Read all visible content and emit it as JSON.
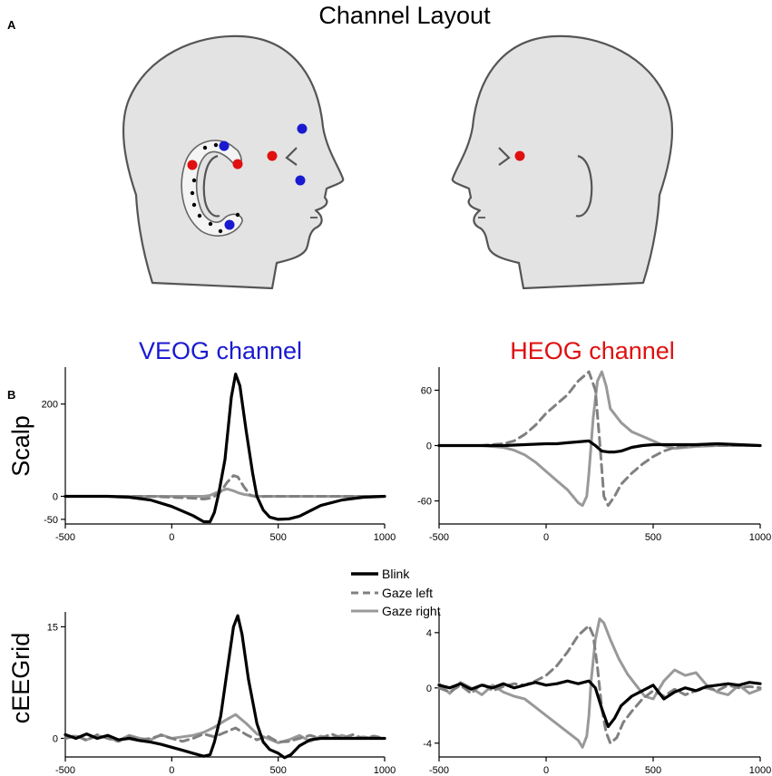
{
  "panel_a_label": "A",
  "panel_b_label": "B",
  "layout_title": "Channel Layout",
  "col_titles": [
    "VEOG channel",
    "HEOG channel"
  ],
  "row_labels": [
    "Scalp",
    "cEEGrid"
  ],
  "colors": {
    "blink": "#000000",
    "gaze_left": "#808080",
    "gaze_right": "#999999",
    "veog_title": "#1a1ad0",
    "heog_title": "#e01010",
    "electrode_blue": "#1a1ad0",
    "electrode_red": "#e01010",
    "head_fill": "#e3e3e3",
    "head_stroke": "#555555"
  },
  "legend": [
    {
      "label": "Blink",
      "style": "solid",
      "color": "#000000"
    },
    {
      "label": "Gaze left",
      "style": "dashed",
      "color": "#808080"
    },
    {
      "label": "Gaze right",
      "style": "solid",
      "color": "#999999"
    }
  ],
  "chart_data": [
    {
      "type": "line",
      "xlim": [
        -500,
        1000
      ],
      "ylim": [
        -60,
        280
      ],
      "xticks": [
        -500,
        0,
        500,
        1000
      ],
      "yticks": [
        200,
        0,
        -50
      ],
      "series": [
        {
          "name": "Blink",
          "x": [
            -500,
            -400,
            -300,
            -200,
            -100,
            0,
            100,
            150,
            180,
            200,
            220,
            250,
            280,
            300,
            320,
            350,
            380,
            400,
            430,
            460,
            500,
            550,
            600,
            700,
            800,
            900,
            1000
          ],
          "y": [
            0,
            0,
            0,
            -2,
            -8,
            -22,
            -42,
            -55,
            -55,
            -35,
            5,
            80,
            215,
            265,
            240,
            140,
            50,
            0,
            -30,
            -45,
            -50,
            -49,
            -43,
            -20,
            -8,
            -2,
            0
          ]
        },
        {
          "name": "Gaze left",
          "x": [
            -500,
            -400,
            -300,
            -200,
            -100,
            0,
            100,
            150,
            180,
            200,
            230,
            260,
            290,
            310,
            340,
            370,
            400,
            450,
            500,
            600,
            700,
            800,
            900,
            1000
          ],
          "y": [
            0,
            0,
            0,
            0,
            0,
            -2,
            -4,
            -6,
            -4,
            0,
            10,
            30,
            45,
            42,
            20,
            2,
            -1,
            0,
            0,
            0,
            0,
            0,
            0,
            0
          ]
        },
        {
          "name": "Gaze right",
          "x": [
            -500,
            -400,
            -300,
            -200,
            -100,
            0,
            100,
            150,
            180,
            200,
            230,
            260,
            290,
            310,
            340,
            370,
            400,
            450,
            500,
            600,
            700,
            800,
            900,
            1000
          ],
          "y": [
            0,
            0,
            0,
            0,
            0,
            0,
            0,
            0,
            2,
            6,
            12,
            16,
            12,
            8,
            4,
            2,
            0,
            0,
            0,
            0,
            0,
            0,
            0,
            0
          ]
        }
      ]
    },
    {
      "type": "line",
      "xlim": [
        -500,
        1000
      ],
      "ylim": [
        -85,
        85
      ],
      "xticks": [
        -500,
        0,
        500,
        1000
      ],
      "yticks": [
        60,
        0,
        -60
      ],
      "series": [
        {
          "name": "Blink",
          "x": [
            -500,
            -400,
            -300,
            -200,
            -100,
            0,
            50,
            100,
            150,
            200,
            230,
            260,
            290,
            320,
            350,
            400,
            450,
            500,
            600,
            700,
            800,
            900,
            1000
          ],
          "y": [
            0,
            0,
            0,
            0,
            1,
            2,
            2,
            3,
            4,
            5,
            0,
            -6,
            -7,
            -7,
            -6,
            -2,
            0,
            1,
            1,
            1,
            2,
            1,
            0
          ]
        },
        {
          "name": "Gaze left",
          "x": [
            -500,
            -400,
            -300,
            -200,
            -150,
            -100,
            -50,
            0,
            50,
            100,
            150,
            200,
            230,
            250,
            270,
            290,
            320,
            350,
            400,
            450,
            500,
            550,
            600,
            700,
            800,
            900,
            1000
          ],
          "y": [
            0,
            0,
            0,
            2,
            5,
            12,
            22,
            35,
            45,
            55,
            70,
            80,
            60,
            5,
            -55,
            -65,
            -55,
            -42,
            -30,
            -20,
            -12,
            -6,
            -2,
            0,
            0,
            0,
            0
          ]
        },
        {
          "name": "Gaze right",
          "x": [
            -500,
            -400,
            -300,
            -200,
            -150,
            -100,
            -50,
            0,
            50,
            100,
            150,
            170,
            190,
            200,
            220,
            240,
            260,
            280,
            300,
            350,
            400,
            450,
            500,
            550,
            600,
            700,
            800,
            900,
            1000
          ],
          "y": [
            0,
            0,
            0,
            -2,
            -5,
            -10,
            -18,
            -28,
            -38,
            -48,
            -62,
            -65,
            -55,
            -30,
            30,
            70,
            80,
            65,
            40,
            25,
            15,
            10,
            5,
            0,
            -3,
            -1,
            0,
            0,
            0
          ]
        }
      ]
    },
    {
      "type": "line",
      "xlim": [
        -500,
        1000
      ],
      "ylim": [
        -2.5,
        17
      ],
      "xticks": [
        -500,
        0,
        500,
        1000
      ],
      "yticks": [
        15,
        0
      ],
      "series": [
        {
          "name": "Blink",
          "x": [
            -500,
            -450,
            -400,
            -350,
            -300,
            -250,
            -200,
            -150,
            -100,
            -50,
            0,
            50,
            100,
            150,
            180,
            200,
            230,
            260,
            290,
            310,
            330,
            360,
            400,
            430,
            460,
            500,
            530,
            560,
            600,
            650,
            700,
            800,
            900,
            1000
          ],
          "y": [
            0.5,
            0,
            0.6,
            0,
            0.4,
            -0.2,
            0,
            -0.3,
            -0.5,
            -0.8,
            -1.2,
            -1.6,
            -2,
            -2.4,
            -2.2,
            -0.5,
            3,
            9,
            15,
            16.5,
            14,
            8,
            2,
            -0.5,
            -1.5,
            -2,
            -2.6,
            -2.2,
            -1,
            -0.2,
            0,
            0,
            0,
            0
          ]
        },
        {
          "name": "Gaze left",
          "x": [
            -500,
            -450,
            -400,
            -350,
            -300,
            -250,
            -200,
            -150,
            -100,
            -50,
            0,
            50,
            100,
            150,
            200,
            250,
            300,
            350,
            400,
            450,
            500,
            550,
            600,
            650,
            700,
            750,
            800,
            850,
            900,
            950,
            1000
          ],
          "y": [
            0,
            0.4,
            -0.3,
            0.5,
            0,
            -0.4,
            0.3,
            -0.2,
            0,
            0.4,
            0,
            -0.4,
            0,
            0.6,
            0.2,
            0.8,
            1.4,
            0.5,
            -0.2,
            0.3,
            -0.5,
            -0.4,
            0,
            0.4,
            0,
            0.6,
            0,
            0.5,
            0,
            0.3,
            0
          ]
        },
        {
          "name": "Gaze right",
          "x": [
            -500,
            -450,
            -400,
            -350,
            -300,
            -250,
            -200,
            -150,
            -100,
            -50,
            0,
            50,
            100,
            150,
            200,
            250,
            300,
            350,
            400,
            450,
            500,
            550,
            600,
            650,
            700,
            750,
            800,
            850,
            900,
            950,
            1000
          ],
          "y": [
            0,
            0.3,
            -0.2,
            0.4,
            0,
            -0.3,
            0.4,
            0,
            -0.2,
            0.5,
            0,
            0.2,
            0.4,
            0.8,
            1.5,
            2.4,
            3.2,
            2,
            0.6,
            0,
            -0.6,
            -0.2,
            0.4,
            -0.4,
            0.3,
            0,
            0.4,
            0,
            0.2,
            0,
            0
          ]
        }
      ]
    },
    {
      "type": "line",
      "xlim": [
        -500,
        1000
      ],
      "ylim": [
        -5,
        5.5
      ],
      "xticks": [
        -500,
        0,
        500,
        1000
      ],
      "yticks": [
        4,
        0,
        -4
      ],
      "series": [
        {
          "name": "Blink",
          "x": [
            -500,
            -450,
            -400,
            -350,
            -300,
            -250,
            -200,
            -150,
            -100,
            -50,
            0,
            50,
            100,
            150,
            200,
            230,
            260,
            290,
            320,
            350,
            400,
            450,
            500,
            550,
            600,
            650,
            700,
            750,
            800,
            850,
            900,
            950,
            1000
          ],
          "y": [
            0.2,
            0,
            0.3,
            -0.1,
            0.2,
            0,
            0.3,
            0,
            0.2,
            0.4,
            0.2,
            0.3,
            0.5,
            0.3,
            0.5,
            0,
            -1.5,
            -2.8,
            -2.2,
            -1.3,
            -0.6,
            -0.2,
            0.2,
            -0.8,
            -0.3,
            0,
            -0.2,
            0.1,
            0.2,
            0.3,
            0.2,
            0.4,
            0.3
          ]
        },
        {
          "name": "Gaze left",
          "x": [
            -500,
            -450,
            -400,
            -350,
            -300,
            -250,
            -200,
            -150,
            -100,
            -50,
            0,
            50,
            100,
            150,
            200,
            220,
            240,
            260,
            280,
            300,
            330,
            360,
            400,
            450,
            500,
            550,
            600,
            650,
            700,
            750,
            800,
            850,
            900,
            950,
            1000
          ],
          "y": [
            0,
            -0.3,
            0.2,
            -0.4,
            0.3,
            -0.2,
            0.1,
            0.3,
            0.2,
            0.5,
            0.9,
            1.6,
            2.6,
            3.8,
            4.5,
            3.8,
            1.5,
            -1.5,
            -3.2,
            -4,
            -3.6,
            -2.5,
            -1.7,
            -0.8,
            -0.2,
            -0.6,
            -0.1,
            -0.5,
            -0.2,
            0,
            -0.2,
            0.2,
            0,
            0.1,
            0
          ]
        },
        {
          "name": "Gaze right",
          "x": [
            -500,
            -450,
            -400,
            -350,
            -300,
            -250,
            -200,
            -150,
            -100,
            -50,
            0,
            50,
            100,
            150,
            170,
            190,
            200,
            210,
            230,
            250,
            270,
            300,
            340,
            380,
            420,
            460,
            500,
            550,
            600,
            650,
            700,
            750,
            800,
            850,
            900,
            950,
            1000
          ],
          "y": [
            0.3,
            -0.4,
            0.4,
            0,
            -0.5,
            0.2,
            -0.3,
            -0.6,
            -0.8,
            -1.4,
            -2,
            -2.6,
            -3.2,
            -3.8,
            -4.3,
            -3.5,
            -2,
            0.5,
            3.5,
            5,
            4.7,
            3.5,
            2.1,
            1,
            0.2,
            -0.6,
            -0.8,
            0.5,
            1.3,
            0.9,
            1.1,
            0.2,
            -0.3,
            -0.5,
            0.2,
            -0.4,
            -0.1
          ]
        }
      ]
    }
  ]
}
